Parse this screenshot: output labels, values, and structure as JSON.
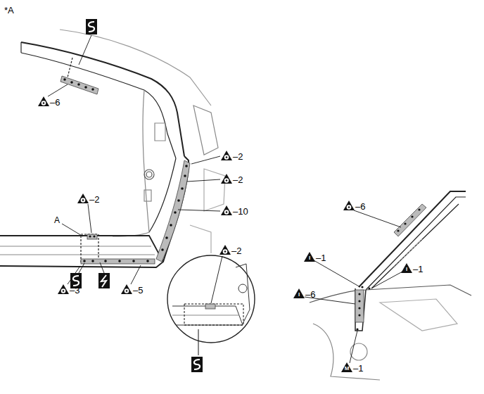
{
  "diagram": {
    "labels": [
      "*A",
      "–6",
      "–2",
      "–2",
      "–10",
      "A",
      "–2",
      "–3",
      "–5",
      "–2",
      "–6",
      "I",
      "–1",
      "I",
      "–1",
      "I",
      "–6",
      "M",
      "–1"
    ]
  }
}
